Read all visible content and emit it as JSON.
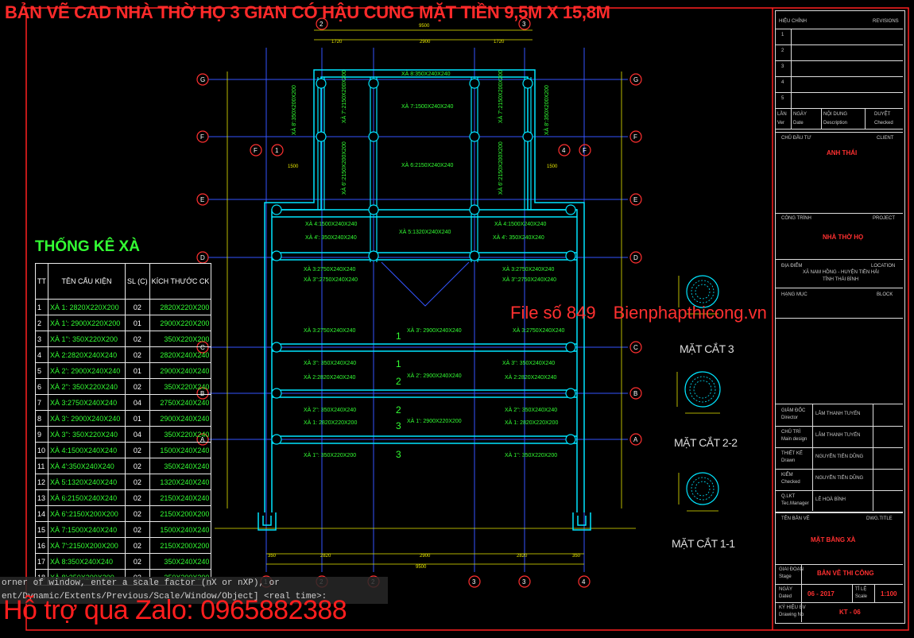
{
  "title": "BẢN VẼ CAD NHÀ THỜ HỌ 3 GIAN CÓ HẬU CUNG MẶT TIỀN 9,5M X 15,8M",
  "colors": {
    "beam": "#00e5ff",
    "axis": "#3355ff",
    "text": "#33ff33",
    "dim": "#e8e800",
    "accent": "#ff2a2a"
  },
  "schedule": {
    "title": "THỐNG KÊ XÀ",
    "headers": [
      "TT",
      "TÊN CẤU KIỆN",
      "SL (C)",
      "KÍCH THƯỚC CK"
    ],
    "rows": [
      [
        "1",
        "XÀ 1: 2820X220X200",
        "02",
        "2820X220X200"
      ],
      [
        "2",
        "XÀ 1': 2900X220X200",
        "01",
        "2900X220X200"
      ],
      [
        "3",
        "XÀ 1'': 350X220X200",
        "02",
        "350X220X200"
      ],
      [
        "4",
        "XÀ 2:2820X240X240",
        "02",
        "2820X240X240"
      ],
      [
        "5",
        "XÀ 2': 2900X240X240",
        "01",
        "2900X240X240"
      ],
      [
        "6",
        "XÀ 2'': 350X220X240",
        "02",
        "350X220X240"
      ],
      [
        "7",
        "XÀ 3:2750X240X240",
        "04",
        "2750X240X240"
      ],
      [
        "8",
        "XÀ 3': 2900X240X240",
        "01",
        "2900X240X240"
      ],
      [
        "9",
        "XÀ 3'': 350X220X240",
        "04",
        "350X220X240"
      ],
      [
        "10",
        "XÀ 4:1500X240X240",
        "02",
        "1500X240X240"
      ],
      [
        "11",
        "XÀ 4':350X240X240",
        "02",
        "350X240X240"
      ],
      [
        "12",
        "XÀ 5:1320X240X240",
        "02",
        "1320X240X240"
      ],
      [
        "13",
        "XÀ 6:2150X240X240",
        "02",
        "2150X240X240"
      ],
      [
        "14",
        "XÀ 6':2150X200X200",
        "02",
        "2150X200X200"
      ],
      [
        "15",
        "XÀ 7:1500X240X240",
        "02",
        "1500X240X240"
      ],
      [
        "16",
        "XÀ 7':2150X200X200",
        "02",
        "2150X200X200"
      ],
      [
        "17",
        "XÀ 8:350X240X240",
        "02",
        "350X240X240"
      ],
      [
        "18",
        "XÀ 8':350X200X200",
        "02",
        "350X200X200"
      ]
    ]
  },
  "watermark": {
    "file": "File số 849",
    "site": "Bienphapthicong.vn"
  },
  "sections": {
    "s3": "MẶT CẮT 3",
    "s2": "MẶT CẮT 2-2",
    "s1": "MẶT CẮT 1-1"
  },
  "command": {
    "line1": "orner of window, enter a scale factor (nX or nXP), or",
    "line2": "ent/Dynamic/Extents/Previous/Scale/Window/Object] <real time>:"
  },
  "zalo": "Hỗ trợ qua Zalo: 0965882388",
  "plan_labels": {
    "x8": "XÀ 8:350X240X240",
    "x7": "XÀ 7:1500X240X240",
    "x8p": "XÀ 8':350X200X200",
    "x7p": "XÀ 7':2150X200X200",
    "x6": "XÀ 6:2150X240X240",
    "x6p": "XÀ 6':2150X200X200",
    "x4": "XÀ 4:1500X240X240",
    "x4p": "XÀ 4': 350X240X240",
    "x5": "XÀ 5:1320X240X240",
    "x3": "XÀ 3:2750X240X240",
    "x3pp": "XÀ 3'':2750X240X240",
    "x3b": "XÀ 3:2750X240X240",
    "x3p": "XÀ 3': 2900X240X240",
    "x3ppb": "XÀ 3'': 350X240X240",
    "x2": "XÀ 2:2820X240X240",
    "x2p": "XÀ 2': 2900X240X240",
    "x2pp": "XÀ 2'': 350X240X240",
    "x1": "XÀ 1: 2820X220X200",
    "x1p": "XÀ 1': 2900X220X200",
    "x1pp": "XÀ 1'': 350X220X200",
    "sec1": "1",
    "sec2": "2",
    "sec3": "3",
    "dim_total": "9500",
    "dim_mid": "2900",
    "dim_side": "2820",
    "dim_small": "350",
    "dim_top_a": "1720",
    "dim_top_b": "1500",
    "axis_1": "1",
    "axis_2": "2",
    "axis_3": "3",
    "axis_4": "4",
    "axis_A": "A",
    "axis_B": "B",
    "axis_C": "C",
    "axis_D": "D",
    "axis_E": "E",
    "axis_F": "F",
    "axis_G": "G"
  },
  "titleblock": {
    "rev_header": "HIỆU CHỈNH",
    "rev_header_en": "REVISIONS",
    "rev_rows": [
      "1",
      "2",
      "3",
      "4",
      "5"
    ],
    "rev_cols": [
      "LẦN",
      "NGÀY",
      "NỘI DUNG",
      "DUYỆT"
    ],
    "rev_cols_en": [
      "Ver",
      "Date",
      "Description",
      "Checked"
    ],
    "client_label": "CHỦ ĐẦU TƯ",
    "client_label_en": "CLIENT",
    "client": "ANH THÁI",
    "project_label": "CÔNG TRÌNH",
    "project_label_en": "PROJECT",
    "project": "NHÀ THỜ HỌ",
    "location_label": "ĐỊA ĐIỂM",
    "location_label_en": "LOCATION",
    "location1": "XÃ NAM HỒNG - HUYỆN TIỀN HẢI",
    "location2": "TỈNH THÁI BÌNH",
    "item_label": "HẠNG MỤC",
    "item_label_en": "BLOCK",
    "director_label": "GIÁM ĐỐC",
    "director_label_en": "Director",
    "director": "LÂM THANH TUYẾN",
    "manager_label": "CHỦ TRÌ",
    "manager_label_en": "Main design",
    "manager": "LÂM THANH TUYẾN",
    "design_label": "THIẾT KẾ",
    "design_label_en": "Drawn",
    "designer": "NGUYỄN TIẾN DŨNG",
    "check_label": "KIỂM",
    "check_label_en": "Checked",
    "checker": "NGUYỄN TIẾN DŨNG",
    "qa_label": "Q.LKT",
    "qa_label_en": "Tec.Manager",
    "qa": "LÊ HOÀ BÌNH",
    "drawing_label": "TÊN BẢN VẼ",
    "drawing_label_en": "DWG.TITLE",
    "drawing": "MẶT BẰNG XÀ",
    "stage_label": "GIAI ĐOẠN",
    "stage_label_en": "Stage",
    "stage": "BẢN VẼ THI CÔNG",
    "date_label": "NGÀY",
    "date_label_en": "Dated",
    "date": "06 - 2017",
    "scale_label": "TỈ LỆ",
    "scale_label_en": "Scale",
    "scale": "1:100",
    "dwgno_label": "KÝ HIỆU BV",
    "dwgno_label_en": "Drawing No",
    "dwgno": "KT - 06"
  }
}
